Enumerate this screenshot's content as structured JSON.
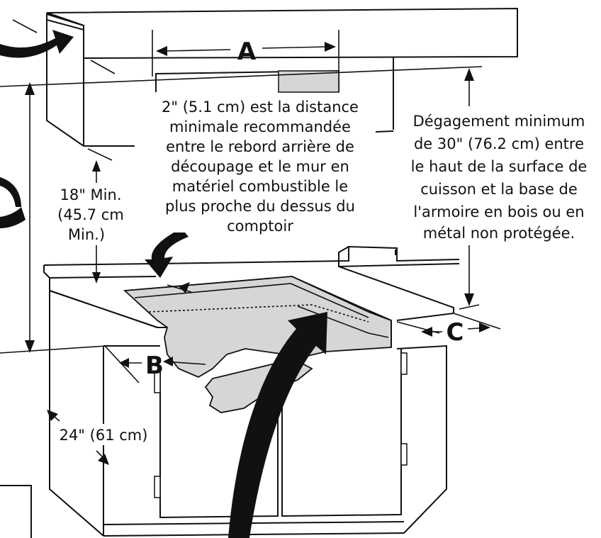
{
  "letters": {
    "a": "A",
    "b": "B",
    "c": "C"
  },
  "callouts": {
    "wall_clearance": [
      "2\" (5.1 cm) est la distance",
      "minimale recommandée",
      "entre le rebord arrière de",
      "découpage et le mur en",
      "matériel combustible le",
      "plus proche du dessus du",
      "comptoir"
    ],
    "min_clearance": [
      "Dégagement minimum",
      "de 30\" (76.2 cm) entre",
      "le haut de la surface de",
      "cuisson et la base de",
      "l'armoire en bois ou en",
      "métal non protégée."
    ],
    "cabinet_height": [
      "18\" Min.",
      "(45.7 cm",
      "Min.)"
    ],
    "counter_depth": "24\" (61 cm)"
  },
  "colors": {
    "line": "#111111",
    "cutout": "#d6d6d6",
    "background": "#ffffff"
  }
}
